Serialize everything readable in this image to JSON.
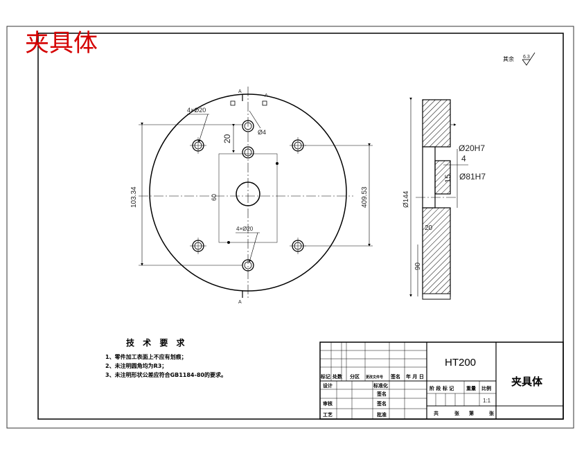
{
  "drawing": {
    "stamp_title": "夹具体",
    "roughness_note": "其余",
    "roughness_value": "6.3"
  },
  "front_view": {
    "section_marker": "A",
    "dim_holes_top": "4×Ø20",
    "dim_hole_small": "Ø4",
    "dim_spacing": "20",
    "dim_width": "103.34",
    "dim_height_inner": "60",
    "dim_holes_bottom": "4×Ø20",
    "dim_outer_dia": "409.53"
  },
  "side_view": {
    "dim_bore": "Ø20H7",
    "dim_4": "4",
    "dim_15": "15",
    "dim_hub": "Ø81H7",
    "dim_outer": "Ø144",
    "dim_20": "20",
    "dim_90": "90"
  },
  "notes": {
    "title": "技 术 要 求",
    "items": [
      "1、零件加工表面上不应有划痕；",
      "2、未注明圆角均为R3；",
      "3、未注明形状公差应符合GB1184-80的要求。"
    ]
  },
  "title_block": {
    "material": "HT200",
    "part_name": "夹具体",
    "scale": "1:1",
    "row_labels": [
      "标记",
      "处数",
      "分区",
      "更改文件号",
      "签名",
      "年 月 日"
    ],
    "design": "设计",
    "standardize": "标准化",
    "check": "审核",
    "process": "工艺",
    "signature": "签名",
    "approve": "批准",
    "stage_mark": "阶 段 标 记",
    "weight": "重量",
    "scale_label": "比例",
    "sheet_info": [
      "共",
      "张",
      "第",
      "张"
    ]
  }
}
